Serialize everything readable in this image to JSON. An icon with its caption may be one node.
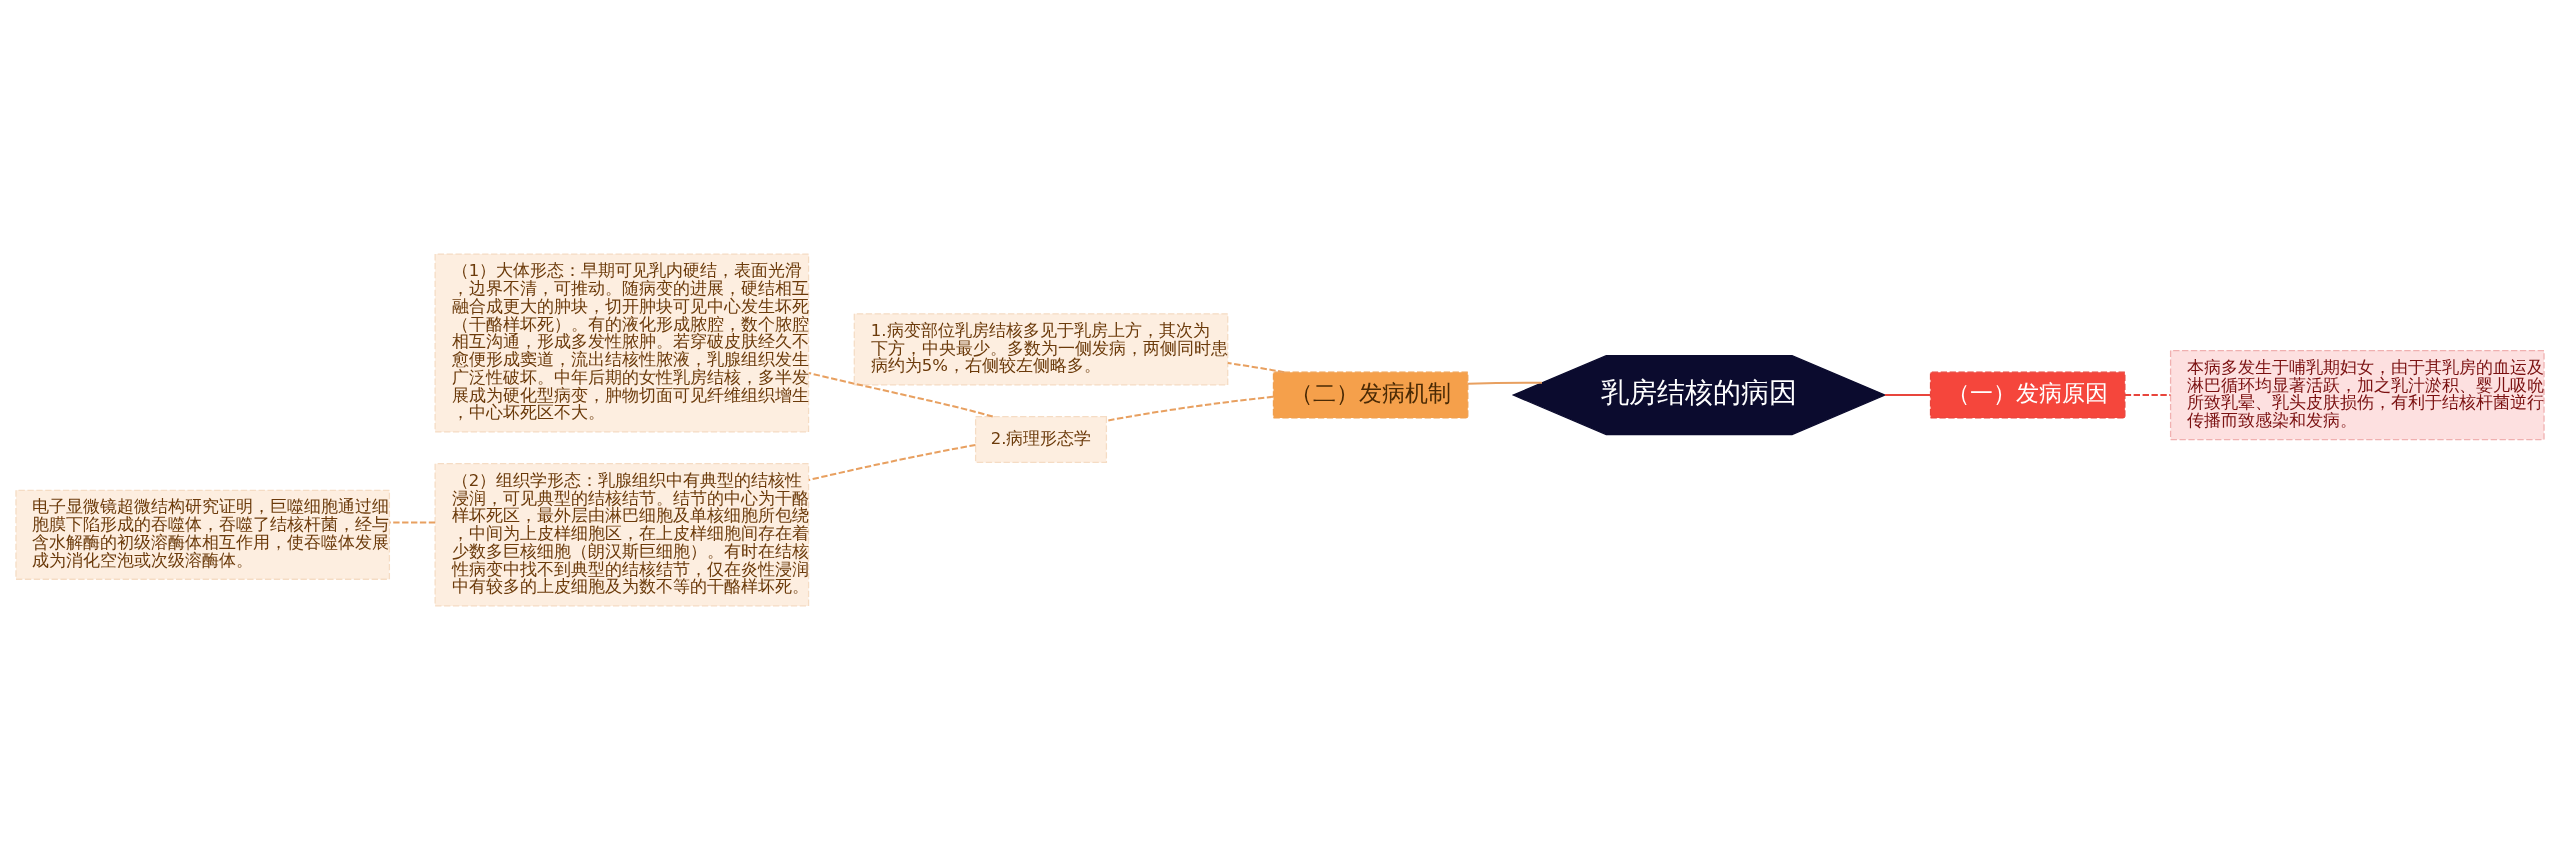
{
  "diagram": {
    "nodes": [
      {
        "text": [
          "乳房结核的病因"
        ]
      },
      {
        "text": [
          "（一）发病原因"
        ]
      },
      {
        "text": [
          "本病多发生于哺乳期妇女，由于其乳房的血运及淋巴循环均显著活跃，加之乳汁淤积、婴儿吸吮所致乳晕、乳头皮肤损伤，有利于结核杆菌逆行传播而致感染和发病。"
        ]
      },
      {
        "text": [
          "（二）发病机制"
        ]
      },
      {
        "text": [
          "1.病变部位乳房结核多见于乳房上方，其次为下方，中央最少。多数为一侧发病，两侧同时患病约为5%，右侧较左侧略多。"
        ]
      },
      {
        "text": [
          "2.病理形态学"
        ]
      },
      {
        "text": [
          "（1）大体形态：早期可见乳内硬结，表面光滑，边界不清，可推动。随病变的进展，硬结相互融合成更大的肿块，切开肿块可见中心发生坏死（干酪样坏死）。有的液化形成脓腔，数个脓腔相互沟通，形成多发性脓肿。若穿破皮肤经久不愈便形成窦道，流出结核性脓液，乳腺组织发生广泛性破坏。中年后期的女性乳房结核，多半发展成为硬化型病变，肿物切面可见纤维组织增生，中心坏死区不大。"
        ]
      },
      {
        "text": [
          "（2）组织学形态：乳腺组织中有典型的结核性浸润，可见典型的结核结节。结节的中心为干酪样坏死区，最外层由淋巴细胞及单核细胞所包绕，中间为上皮样细胞区，在上皮样细胞间存在着少数多巨核细胞（朗汉斯巨细胞）。有时在结核性病变中找不到典型的结核结节，仅在炎性浸润中有较多的上皮细胞及为数不等的干酪样坏死。"
        ]
      },
      {
        "text": [
          "电子显微镜超微结构研究证明，巨噬细胞通过细胞膜下陷形成的吞噬体，吞噬了结核杆菌，经与含水解酶的初级溶酶体相互作用，使吞噬体发展成为消化空泡或次级溶酶体。"
        ]
      }
    ],
    "edges": [
      {
        "from": 0,
        "to": 1,
        "arrow": "none",
        "color": "#e8453c"
      },
      {
        "from": 1,
        "to": 2,
        "arrow": "none",
        "style": "dashed",
        "color": "#e8453c"
      },
      {
        "from": 0,
        "to": 3,
        "arrow": "none"
      },
      {
        "from": 3,
        "to": 4,
        "arrow": "none",
        "style": "dashed"
      },
      {
        "from": 3,
        "to": 5,
        "arrow": "none",
        "style": "dashed"
      },
      {
        "from": 5,
        "to": 6,
        "arrow": "none",
        "style": "dashed"
      },
      {
        "from": 5,
        "to": 7,
        "arrow": "none",
        "style": "dashed"
      },
      {
        "from": 7,
        "to": 8,
        "arrow": "none",
        "style": "dashed"
      }
    ]
  }
}
